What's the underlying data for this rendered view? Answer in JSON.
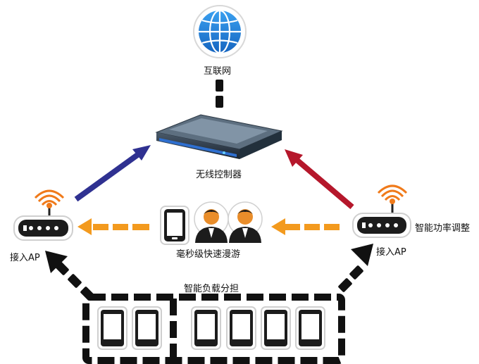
{
  "labels": {
    "internet": "互联网",
    "controller": "无线控制器",
    "ap_left": "接入AP",
    "ap_right": "接入AP",
    "power_adjust": "智能功率调整",
    "roaming": "毫秒级快速漫游",
    "load_balance": "智能负载分担"
  },
  "icons": {
    "internet": "globe-icon",
    "controller": "server-icon",
    "ap": "wifi-router-icon",
    "phone": "smartphone-icon",
    "user": "user-icon",
    "tablet": "tablet-icon"
  },
  "colors": {
    "globe": "#1e7fd6",
    "arrow_blue": "#2f3191",
    "arrow_red": "#b5172b",
    "arrow_orange": "#f39a1e",
    "dash_black": "#111111",
    "wifi_orange": "#f07a1a"
  }
}
